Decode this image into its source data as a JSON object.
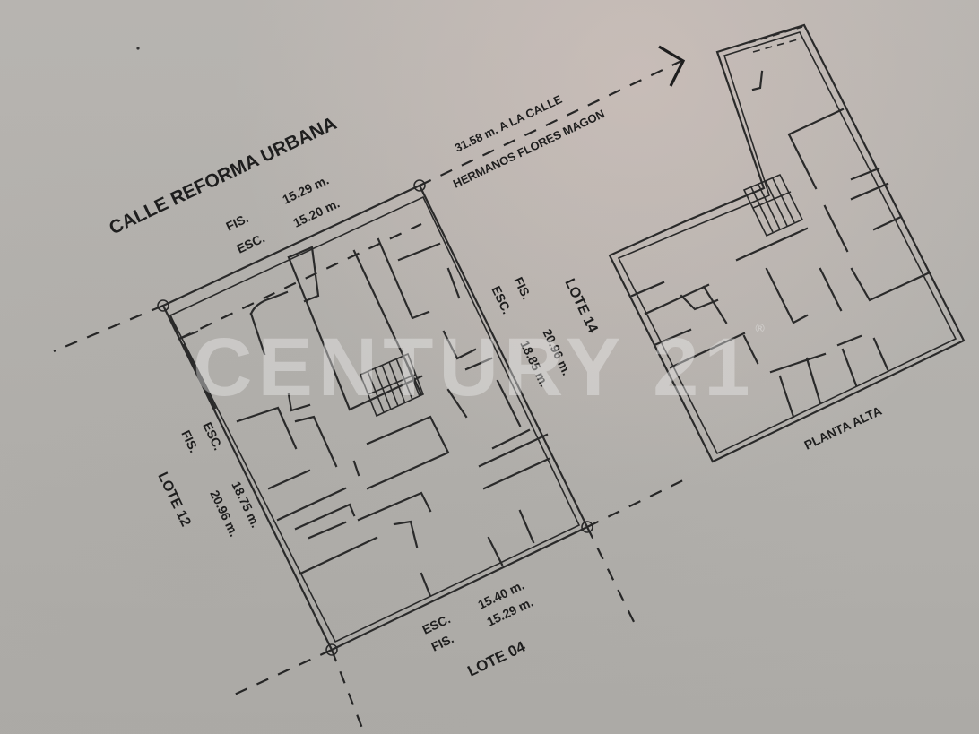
{
  "drawing": {
    "street_label": "CALLE REFORMA URBANA",
    "direction_note": {
      "line1": "31.58 m. A LA CALLE",
      "line2": "HERMANOS FLORES MAGON"
    },
    "front_side": {
      "fis_label": "FIS.",
      "fis_value": "15.29 m.",
      "esc_label": "ESC.",
      "esc_value": "15.20 m."
    },
    "right_side": {
      "fis_label": "FIS.",
      "fis_value": "20.96 m.",
      "esc_label": "ESC.",
      "esc_value": "18.85 m.",
      "neighbor": "LOTE 14"
    },
    "left_side": {
      "esc_label": "ESC.",
      "esc_value": "18.75 m.",
      "fis_label": "FIS.",
      "fis_value": "20.96 m.",
      "neighbor": "LOTE 12"
    },
    "back_side": {
      "esc_label": "ESC.",
      "esc_value": "15.40 m.",
      "fis_label": "FIS.",
      "fis_value": "15.29 m.",
      "neighbor": "LOTE 04"
    },
    "upper_floor_label": "PLANTA ALTA"
  },
  "watermark": {
    "text": "CENTURY 21",
    "mark": "®"
  },
  "colors": {
    "paper": "#b3b1ad",
    "ink": "#2a2a2a",
    "watermark": "#ebebeb"
  }
}
